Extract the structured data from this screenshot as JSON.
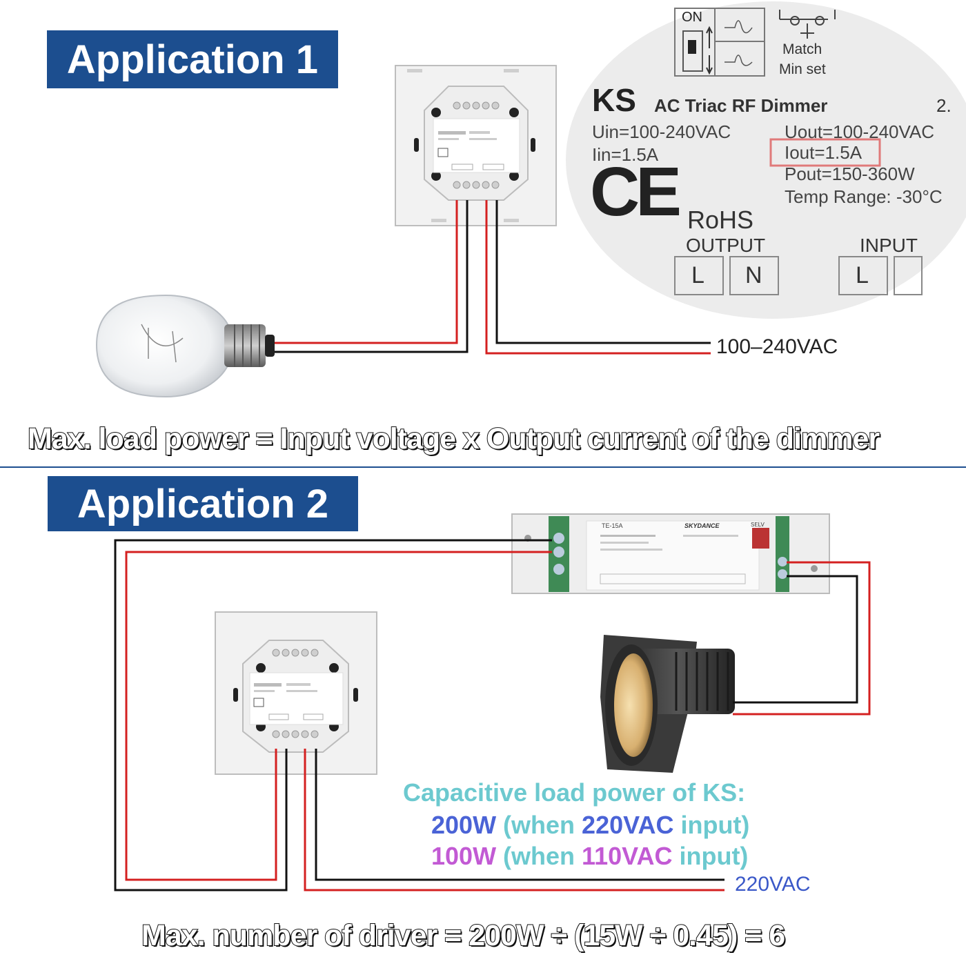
{
  "app1": {
    "title": "Application 1",
    "voltage": "100–240VAC",
    "formula": "Max. load power = Input voltage x Output current of the dimmer"
  },
  "label": {
    "switch_on": "ON",
    "match": "Match",
    "min_set": "Min set",
    "brand": "KS",
    "product": "AC Triac RF Dimmer",
    "cut_digit": "2.",
    "uin": "Uin=100-240VAC",
    "iin": "Iin=1.5A",
    "uout": "Uout=100-240VAC",
    "iout": "Iout=1.5A",
    "pout": "Pout=150-360W",
    "temp": "Temp Range: -30°C",
    "ce": "CE",
    "rohs": "RoHS",
    "output": "OUTPUT",
    "input": "INPUT",
    "term_l": "L",
    "term_n": "N",
    "term_l2": "L"
  },
  "app2": {
    "title": "Application 2",
    "voltage": "220VAC",
    "cap_title": "Capacitive load power of KS:",
    "line1_power": "200W",
    "line1_open": " (when ",
    "line1_volt": "220VAC",
    "line1_close": " input)",
    "line2_power": "100W",
    "line2_open": " (when ",
    "line2_volt": "110VAC",
    "line2_close": " input)",
    "formula": "Max. number of driver = 200W ÷ (15W ÷ 0.45) = 6",
    "driver_model": "TE-15A",
    "driver_brand": "SKYDANCE",
    "driver_selv": "SELV"
  },
  "colors": {
    "title_bg": "#1c4e8f",
    "divider": "#1c4e8f",
    "wire_red": "#d42020",
    "wire_black": "#111111",
    "cap_title": "#6cc9cf",
    "line1": "#4a63d6",
    "line2": "#c25ad4",
    "voltage2": "#3a58c8",
    "iout_box": "#e07a7a"
  }
}
